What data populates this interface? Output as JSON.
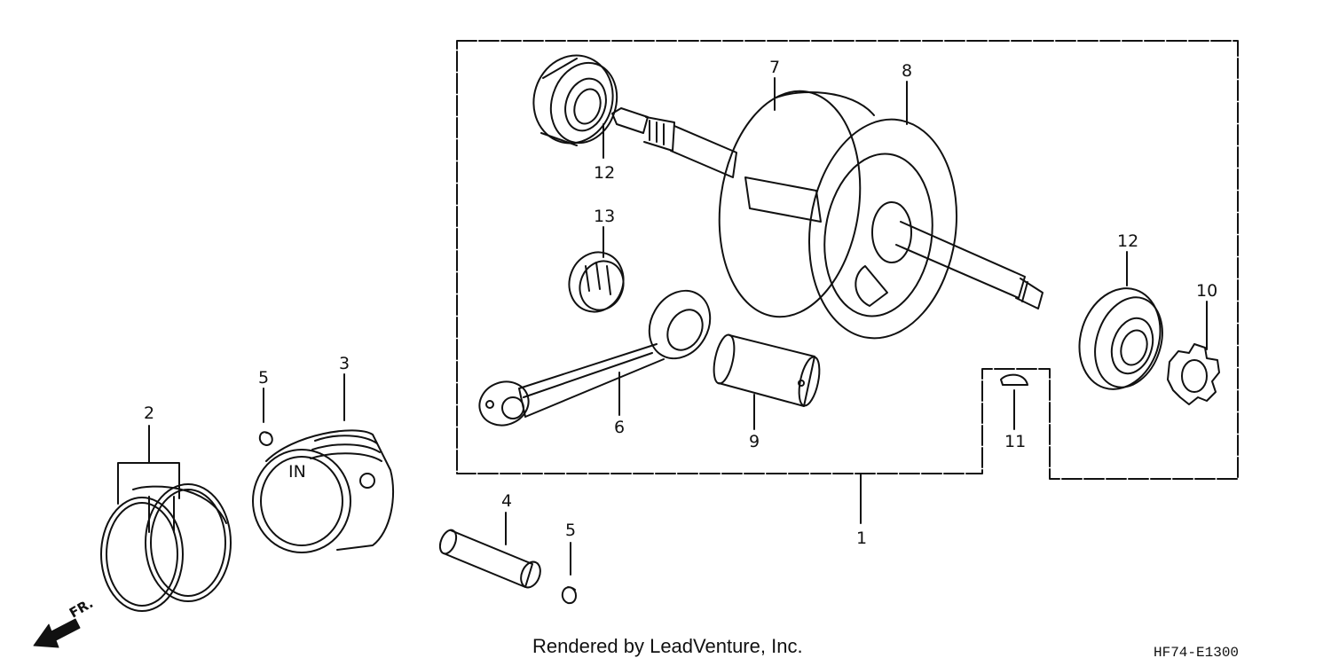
{
  "callouts": {
    "c1": "1",
    "c2": "2",
    "c3": "3",
    "c4": "4",
    "c5a": "5",
    "c5b": "5",
    "c6": "6",
    "c7": "7",
    "c8": "8",
    "c9": "9",
    "c10": "10",
    "c11": "11",
    "c12a": "12",
    "c12b": "12",
    "c13": "13"
  },
  "piston_mark": "IN",
  "front_marker": "FR.",
  "footer": {
    "rendered_by": "Rendered by LeadVenture, Inc.",
    "code": "HF74-E1300"
  }
}
